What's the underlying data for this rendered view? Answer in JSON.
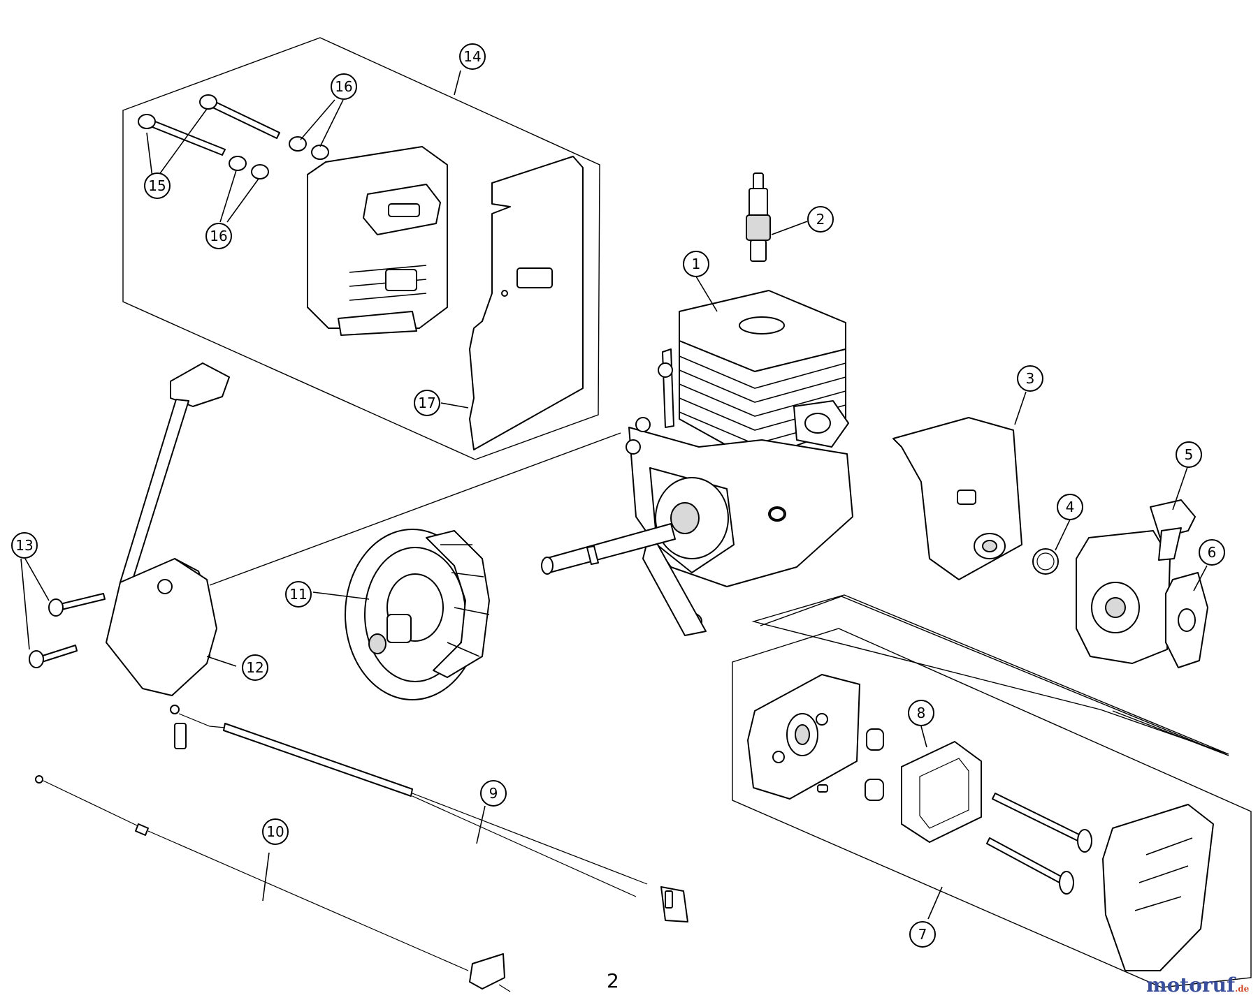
{
  "page_number": "2",
  "brand": {
    "name_main": "motoruf",
    "name_suffix": ".de",
    "color_main": "#3a4f9c",
    "color_accent": "#d04a2a"
  },
  "callouts": [
    {
      "id": "c1",
      "label": "1"
    },
    {
      "id": "c2",
      "label": "2"
    },
    {
      "id": "c3",
      "label": "3"
    },
    {
      "id": "c4",
      "label": "4"
    },
    {
      "id": "c5",
      "label": "5"
    },
    {
      "id": "c6",
      "label": "6"
    },
    {
      "id": "c7",
      "label": "7"
    },
    {
      "id": "c8",
      "label": "8"
    },
    {
      "id": "c9",
      "label": "9"
    },
    {
      "id": "c10",
      "label": "10"
    },
    {
      "id": "c11",
      "label": "11"
    },
    {
      "id": "c12",
      "label": "12"
    },
    {
      "id": "c13",
      "label": "13"
    },
    {
      "id": "c14",
      "label": "14"
    },
    {
      "id": "c15",
      "label": "15"
    },
    {
      "id": "c16a",
      "label": "16"
    },
    {
      "id": "c16b",
      "label": "16"
    },
    {
      "id": "c17",
      "label": "17"
    }
  ]
}
